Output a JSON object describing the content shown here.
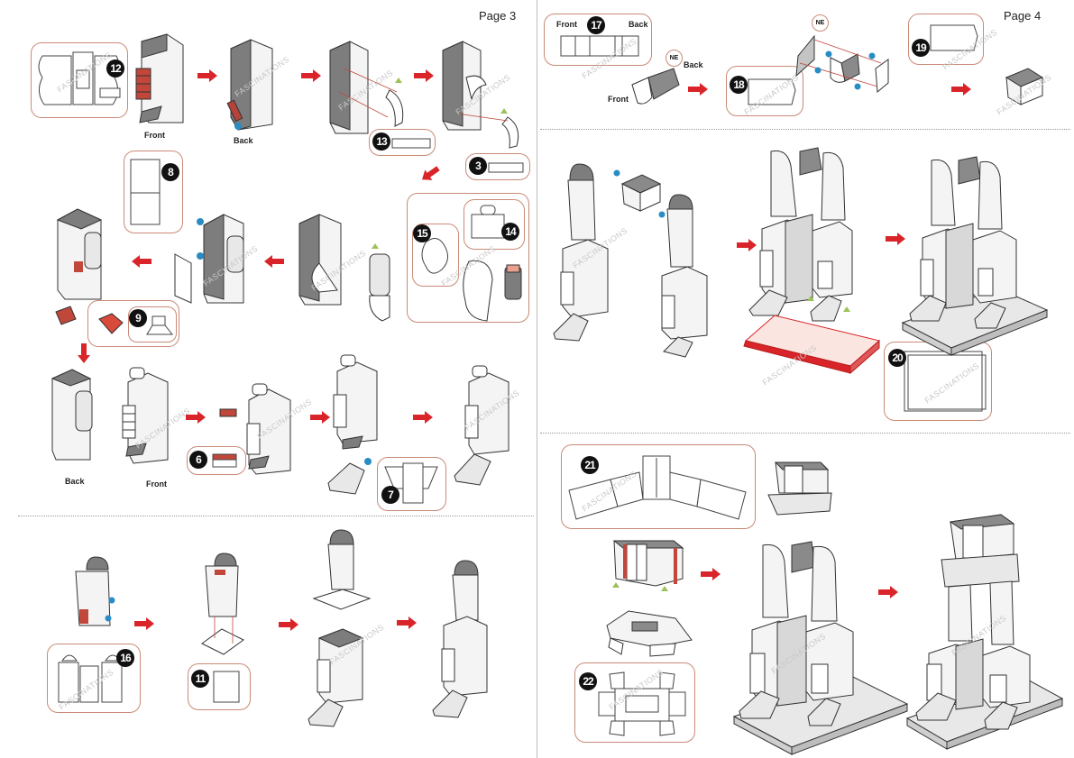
{
  "page3": {
    "page_label": "Page 3",
    "labels": {
      "front_1": "Front",
      "back_1": "Back",
      "back_2": "Back",
      "front_2": "Front"
    },
    "callouts": [
      {
        "id": "12",
        "number": "12"
      },
      {
        "id": "13",
        "number": "13"
      },
      {
        "id": "3",
        "number": "3"
      },
      {
        "id": "8",
        "number": "8"
      },
      {
        "id": "15",
        "number": "15"
      },
      {
        "id": "14",
        "number": "14"
      },
      {
        "id": "9",
        "number": "9"
      },
      {
        "id": "6",
        "number": "6"
      },
      {
        "id": "7",
        "number": "7"
      },
      {
        "id": "16",
        "number": "16"
      },
      {
        "id": "11",
        "number": "11"
      }
    ]
  },
  "page4": {
    "page_label": "Page 4",
    "labels": {
      "front_17": "Front",
      "back_17": "Back",
      "back_ne": "Back",
      "front_ne": "Front",
      "ne_1": "NE",
      "ne_2": "NE"
    },
    "callouts": [
      {
        "id": "17",
        "number": "17"
      },
      {
        "id": "18",
        "number": "18"
      },
      {
        "id": "19",
        "number": "19"
      },
      {
        "id": "20",
        "number": "20"
      },
      {
        "id": "21",
        "number": "21"
      },
      {
        "id": "22",
        "number": "22"
      }
    ]
  },
  "watermark": "FASCINATIONS",
  "colors": {
    "accent_red": "#d9252a",
    "callout_border": "#c98a76",
    "marker_blue": "#2a8cc4",
    "marker_green": "#9cc25a",
    "panel_gray": "#8a8a8a"
  }
}
